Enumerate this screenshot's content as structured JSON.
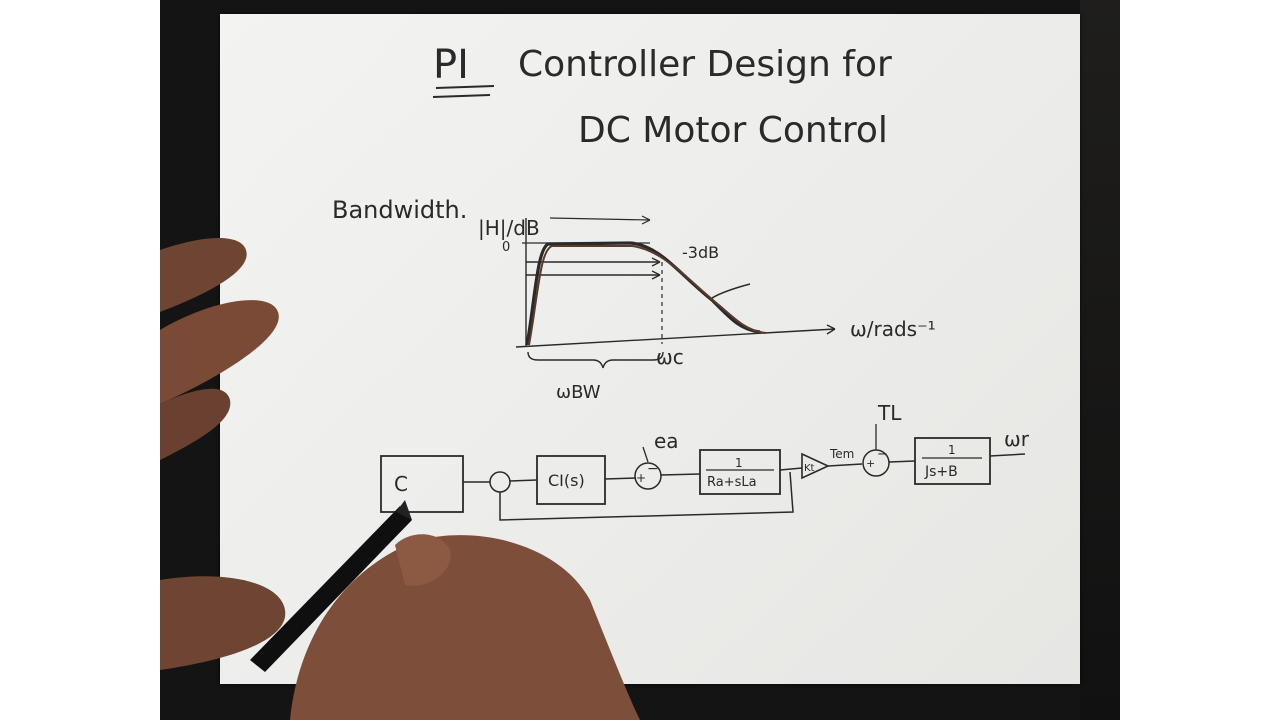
{
  "title": {
    "line1_prefix": "PI",
    "line1_rest": "Controller Design for",
    "line2": "DC Motor Control"
  },
  "bode": {
    "section_label": "Bandwidth.",
    "y_label": "|H|/dB",
    "zero_label": "0",
    "minus3_label": "-3dB",
    "x_label": "ω/rads⁻¹",
    "cutoff_label": "ωc",
    "bandwidth_label": "ωBW"
  },
  "block_diagram": {
    "outer_controller": "C",
    "current_controller": "CI(s)",
    "disturbance_in": "ea",
    "plant_num": "1",
    "plant_den": "Ra+sLa",
    "torque_const": "Kt",
    "torque_label": "Tem",
    "load_torque": "TL",
    "mech_num": "1",
    "mech_den": "Js+B",
    "output": "ωr",
    "plus_sign": "+",
    "minus_sign": "−"
  },
  "colors": {
    "paper": "#eeeeec",
    "ink": "#2a2a2a",
    "frame": "#141414",
    "skin": "#8a5a44"
  }
}
